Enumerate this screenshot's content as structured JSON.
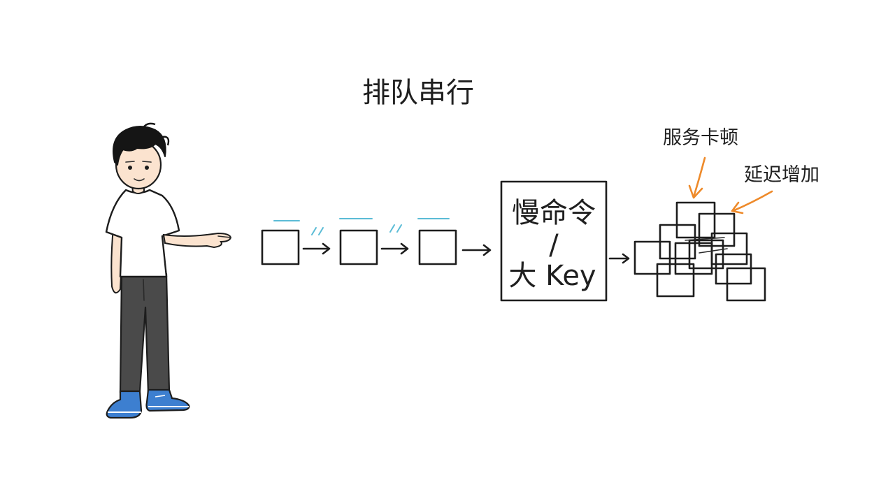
{
  "diagram": {
    "title": "排队串行",
    "slow_box": {
      "line1": "慢命令",
      "line2": "/",
      "line3": "大 Key"
    },
    "notes": [
      {
        "id": "stall",
        "text": "服务卡顿"
      },
      {
        "id": "latency",
        "text": "延迟增加"
      }
    ]
  },
  "colors": {
    "ink": "#1d1d1d",
    "motion_marks": "#5bbcd6",
    "highlight_arrows": "#ee8a2a",
    "shirt": "#ffffff",
    "pants": "#4a4a4a",
    "shoes": "#3d7fd0",
    "skin": "#fbe3cf"
  },
  "icons": [
    "person-pointing-icon",
    "queue-box-icon",
    "arrow-right-icon",
    "pile-of-requests-icon"
  ]
}
